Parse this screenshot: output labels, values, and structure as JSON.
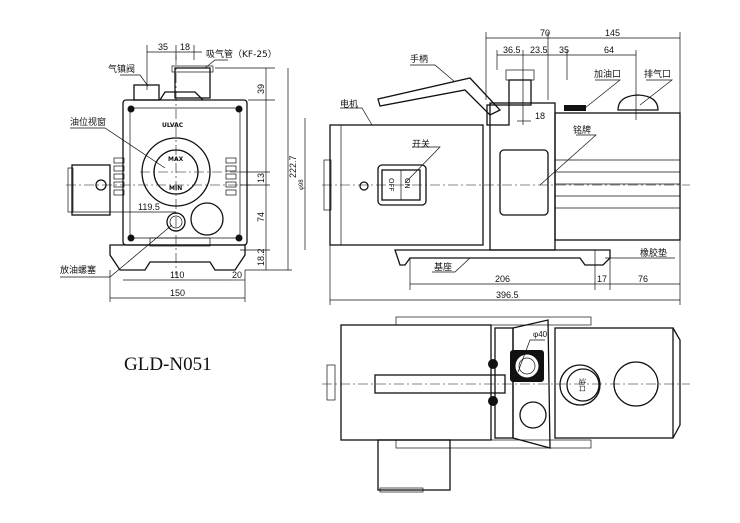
{
  "model": "GLD-N051",
  "front_view": {
    "labels": {
      "gas_ballast": "气镇阀",
      "inlet": "吸气管（KF-25）",
      "oil_window": "油位视窗",
      "drain_plug": "放油螺塞",
      "max": "MAX",
      "min": "MIN",
      "brand": "ULVAC"
    },
    "dims": {
      "d35": "35",
      "d18": "18",
      "d119_5": "119.5",
      "d110": "110",
      "d20": "20",
      "d150": "150",
      "d39": "39",
      "d222_7": "222.7",
      "d13": "13",
      "d74": "74",
      "d18_2": "18.2",
      "d98": "φ98"
    }
  },
  "side_view": {
    "labels": {
      "handle": "手柄",
      "oil_fill": "加油口",
      "exhaust": "排气口",
      "motor": "电机",
      "nameplate": "铭牌",
      "switch": "开关",
      "off": "OFF",
      "on": "ON",
      "base": "基座",
      "rubber_pad": "橡胶垫"
    },
    "dims": {
      "d70": "70",
      "d145": "145",
      "d36_5": "36.5",
      "d23_5": "23.5",
      "d35": "35",
      "d64": "64",
      "d18": "18",
      "d206": "206",
      "d17": "17",
      "d76": "76",
      "d396_5": "396.5"
    }
  },
  "top_view": {
    "dims": {
      "d40": "φ40"
    },
    "labels": {
      "oil_cap": "油口"
    }
  }
}
